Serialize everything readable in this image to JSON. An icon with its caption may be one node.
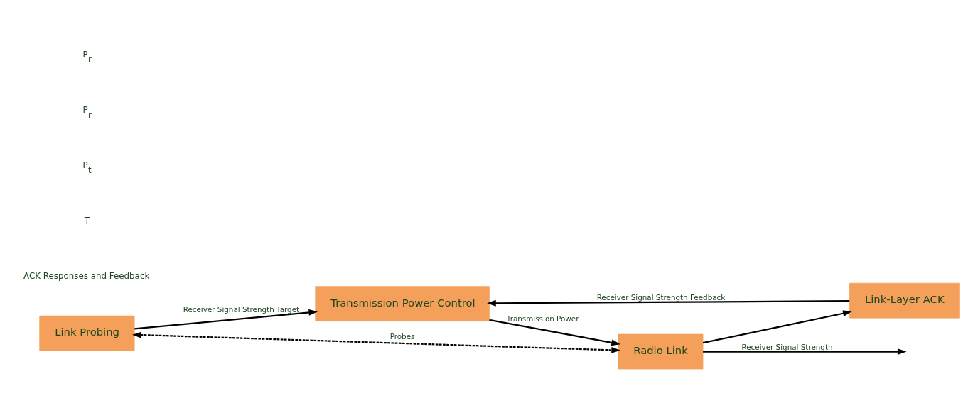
{
  "diagram": {
    "nodes": [
      {
        "text": [
          "Link Probing"
        ]
      },
      {
        "text": [
          "Transmission Power Control"
        ]
      },
      {
        "text": [
          "Radio Link"
        ]
      },
      {
        "text": [
          "Link-Layer ACK"
        ]
      }
    ],
    "edges": [
      {
        "from": 0,
        "to": 1,
        "arrow": "to",
        "label": "Receiver Signal Strength Target"
      },
      {
        "from": 0,
        "to": 2,
        "arrow": "both",
        "style": "dashed",
        "label": "Probes"
      },
      {
        "from": 1,
        "to": 2,
        "arrow": "to",
        "label": "Transmission Power"
      },
      {
        "from": 2,
        "to": null,
        "arrow": "to",
        "label": "Receiver Signal Strength"
      },
      {
        "from": 2,
        "to": 3,
        "arrow": "to"
      },
      {
        "from": 3,
        "to": 1,
        "arrow": "to",
        "label": "Receiver Signal Strength Feedback"
      }
    ],
    "labels": [
      "ACK Responses and Feedback",
      "T",
      "P$_{t}$",
      "P$_{r}$",
      "P$_{r}$"
    ]
  }
}
